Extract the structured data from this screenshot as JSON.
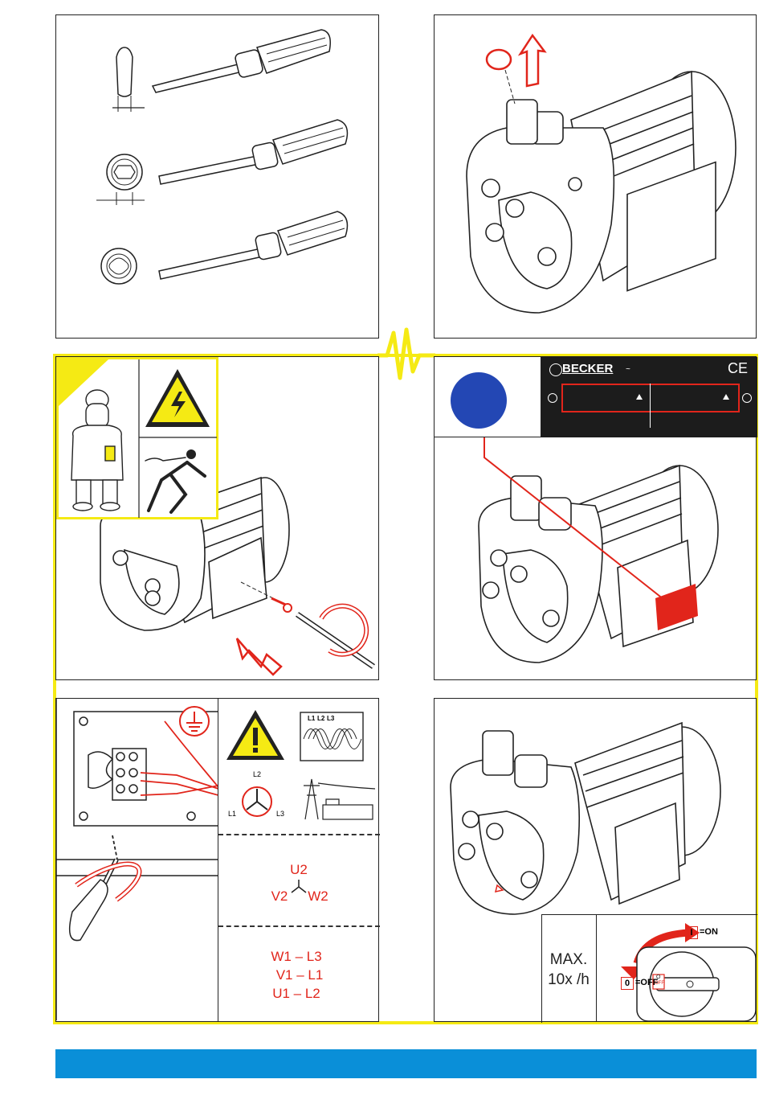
{
  "colors": {
    "accent_red": "#e1251b",
    "highlight_yellow": "#f5ea14",
    "footer_blue": "#0a8fd8",
    "marker_blue": "#2347b4",
    "nameplate_black": "#1c1c1c"
  },
  "icons": [
    "flat-screwdriver-icon",
    "hex-screwdriver-icon",
    "torx-screwdriver-icon",
    "high-voltage-warning-icon",
    "electric-shock-icon",
    "general-warning-icon",
    "ground-symbol-icon",
    "three-phase-sine-icon",
    "power-pylon-icon",
    "rotation-arrow-icon",
    "rotary-switch-icon"
  ],
  "nameplate": {
    "brand": "BECKER",
    "ce_mark": "CE",
    "tilde": "~"
  },
  "wiring": {
    "phase_labels": [
      "L1",
      "L2",
      "L3"
    ],
    "rotation_l1": "L1",
    "rotation_l2": "L2",
    "rotation_l3": "L3",
    "star_u2": "U2",
    "star_v2": "V2",
    "star_w2": "W2",
    "connections": [
      "W1 – L3",
      "V1 – L1",
      "U1 – L2"
    ]
  },
  "switching": {
    "max_label": "MAX.",
    "frequency_label": "10x /h",
    "on_symbol": "I",
    "on_label": "=ON",
    "off_symbol": "0",
    "off_label": "=OFF",
    "dial_o": "O",
    "dial_off": "OFF"
  }
}
